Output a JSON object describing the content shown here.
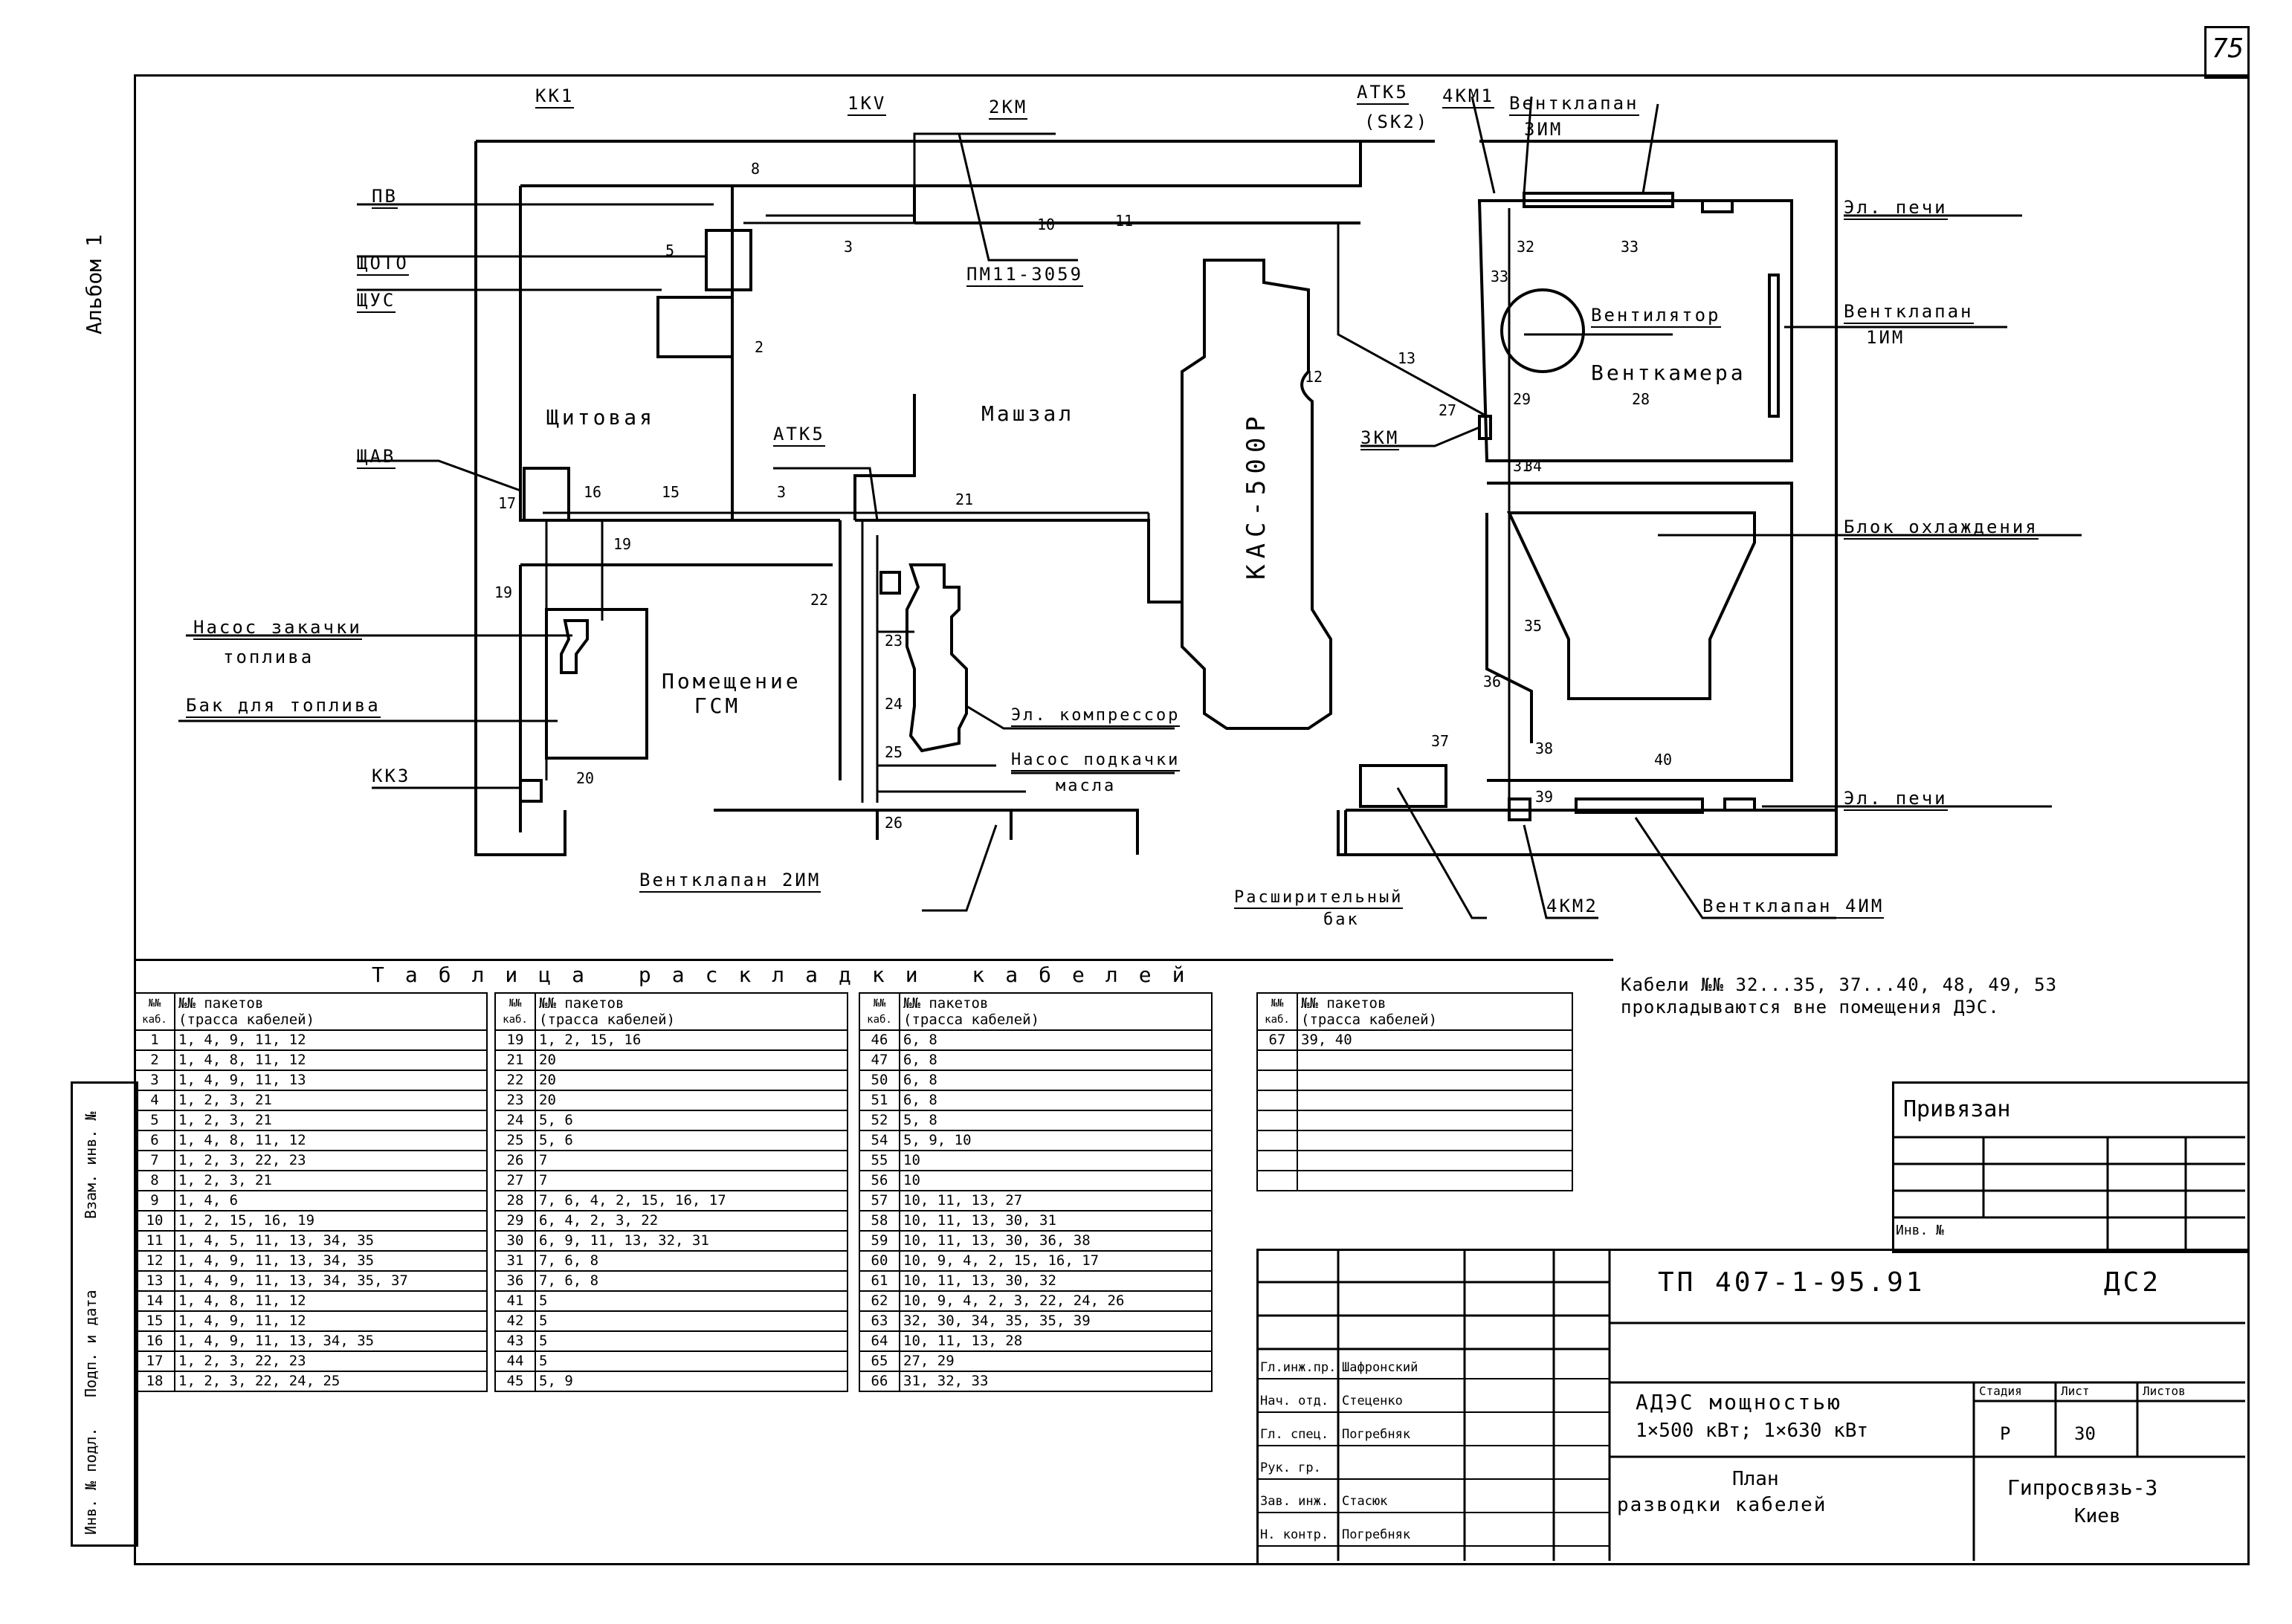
{
  "sheet": {
    "page_number": "75",
    "album_label": "Альбом 1",
    "note": "Кабели №№ 32...35, 37...40, 48, 49, 53 прокладываются вне помещения ДЭС."
  },
  "plan": {
    "rooms": {
      "switchboard": "Щитовая",
      "engine_room": "Машзал",
      "fuel_room": "Помещение ГСМ",
      "vent_chamber": "Венткамера",
      "generator": "КАС-500Р"
    },
    "labels": {
      "kk1": "КК1",
      "pv": "ПВ",
      "shoth": "ЩОТО",
      "shus": "ЩУС",
      "shav": "ЩАВ",
      "fuel_pump": [
        "Насос закачки",
        "топлива"
      ],
      "fuel_tank": "Бак для топлива",
      "kk3": "КК3",
      "kv1": "1КV",
      "km2": "2КМ",
      "pm11": "ПМ11-3059",
      "atk5_left": "АТК5",
      "atk5_right": [
        "АТК5",
        "(SK2)"
      ],
      "km4_1": "4КМ1",
      "ventvalve_3": [
        "Вентклапан",
        "3ИМ"
      ],
      "el_heater_top": "Эл. печи",
      "fan": "Вентилятор",
      "ventvalve_1": [
        "Вентклапан",
        "1ИМ"
      ],
      "km3": "3КМ",
      "cooling_block": "Блок охлаждения",
      "compressor": "Эл. компрессор",
      "oil_pump": [
        "Насос подкачки",
        "масла"
      ],
      "ventvalve_2": "Вентклапан 2ИМ",
      "expansion_tank": [
        "Расширительный",
        "бак"
      ],
      "km4_2": "4КМ2",
      "ventvalve_4": "Вентклапан 4ИМ",
      "el_heater_bottom": "Эл. печи"
    },
    "cable_numbers": [
      "8",
      "10",
      "11",
      "3",
      "5",
      "2",
      "12",
      "13",
      "27",
      "32",
      "33",
      "33",
      "28",
      "29",
      "31",
      "17",
      "16",
      "15",
      "3",
      "21",
      "19",
      "19",
      "22",
      "23",
      "24",
      "25",
      "26",
      "20",
      "34",
      "35",
      "36",
      "37",
      "38",
      "39",
      "40"
    ]
  },
  "cable_table": {
    "title": "Таблица раскладки кабелей",
    "col_num_header": "№№ каб.",
    "col_pack_header": [
      "№№ пакетов",
      "(трасса кабелей)"
    ],
    "columns": [
      [
        {
          "n": "1",
          "p": "1, 4, 9, 11, 12"
        },
        {
          "n": "2",
          "p": "1, 4, 8, 11, 12"
        },
        {
          "n": "3",
          "p": "1, 4, 9, 11, 13"
        },
        {
          "n": "4",
          "p": "1, 2, 3, 21"
        },
        {
          "n": "5",
          "p": "1, 2, 3, 21"
        },
        {
          "n": "6",
          "p": "1, 4, 8, 11, 12"
        },
        {
          "n": "7",
          "p": "1, 2, 3, 22, 23"
        },
        {
          "n": "8",
          "p": "1, 2, 3, 21"
        },
        {
          "n": "9",
          "p": "1, 4, 6"
        },
        {
          "n": "10",
          "p": "1, 2, 15, 16, 19"
        },
        {
          "n": "11",
          "p": "1, 4, 5, 11, 13, 34, 35"
        },
        {
          "n": "12",
          "p": "1, 4, 9, 11, 13, 34, 35"
        },
        {
          "n": "13",
          "p": "1, 4, 9, 11, 13, 34, 35, 37"
        },
        {
          "n": "14",
          "p": "1, 4, 8, 11, 12"
        },
        {
          "n": "15",
          "p": "1, 4, 9, 11, 12"
        },
        {
          "n": "16",
          "p": "1, 4, 9, 11, 13, 34, 35"
        },
        {
          "n": "17",
          "p": "1, 2, 3, 22, 23"
        },
        {
          "n": "18",
          "p": "1, 2, 3, 22, 24, 25"
        }
      ],
      [
        {
          "n": "19",
          "p": "1, 2, 15, 16"
        },
        {
          "n": "21",
          "p": "20"
        },
        {
          "n": "22",
          "p": "20"
        },
        {
          "n": "23",
          "p": "20"
        },
        {
          "n": "24",
          "p": "5, 6"
        },
        {
          "n": "25",
          "p": "5, 6"
        },
        {
          "n": "26",
          "p": "7"
        },
        {
          "n": "27",
          "p": "7"
        },
        {
          "n": "28",
          "p": "7, 6, 4, 2, 15, 16, 17"
        },
        {
          "n": "29",
          "p": "6, 4, 2, 3, 22"
        },
        {
          "n": "30",
          "p": "6, 9, 11, 13, 32, 31"
        },
        {
          "n": "31",
          "p": "7, 6, 8"
        },
        {
          "n": "36",
          "p": "7, 6, 8"
        },
        {
          "n": "41",
          "p": "5"
        },
        {
          "n": "42",
          "p": "5"
        },
        {
          "n": "43",
          "p": "5"
        },
        {
          "n": "44",
          "p": "5"
        },
        {
          "n": "45",
          "p": "5, 9"
        }
      ],
      [
        {
          "n": "46",
          "p": "6, 8"
        },
        {
          "n": "47",
          "p": "6, 8"
        },
        {
          "n": "50",
          "p": "6, 8"
        },
        {
          "n": "51",
          "p": "6, 8"
        },
        {
          "n": "52",
          "p": "5, 8"
        },
        {
          "n": "54",
          "p": "5, 9, 10"
        },
        {
          "n": "55",
          "p": "10"
        },
        {
          "n": "56",
          "p": "10"
        },
        {
          "n": "57",
          "p": "10, 11, 13, 27"
        },
        {
          "n": "58",
          "p": "10, 11, 13, 30, 31"
        },
        {
          "n": "59",
          "p": "10, 11, 13, 30, 36, 38"
        },
        {
          "n": "60",
          "p": "10, 9, 4, 2, 15, 16, 17"
        },
        {
          "n": "61",
          "p": "10, 11, 13, 30, 32"
        },
        {
          "n": "62",
          "p": "10, 9, 4, 2, 3, 22, 24, 26"
        },
        {
          "n": "63",
          "p": "32, 30, 34, 35, 35, 39"
        },
        {
          "n": "64",
          "p": "10, 11, 13, 28"
        },
        {
          "n": "65",
          "p": "27, 29"
        },
        {
          "n": "66",
          "p": "31, 32, 33"
        }
      ],
      [
        {
          "n": "67",
          "p": "39, 40"
        },
        {
          "n": "",
          "p": ""
        },
        {
          "n": "",
          "p": ""
        },
        {
          "n": "",
          "p": ""
        },
        {
          "n": "",
          "p": ""
        },
        {
          "n": "",
          "p": ""
        },
        {
          "n": "",
          "p": ""
        },
        {
          "n": "",
          "p": ""
        }
      ]
    ]
  },
  "stamp_side": {
    "labels": [
      "Взам. инв. №",
      "Подп. и дата",
      "Инв. № подл."
    ]
  },
  "binding_block": {
    "title": "Привязан",
    "inv_label": "Инв. №"
  },
  "title_block": {
    "doc_code": "ТП 407-1-95.91",
    "sheet_code": "ДС2",
    "project_title": [
      "АДЭС мощностью",
      "1×500 кВт; 1×630 кВт"
    ],
    "drawing_title": [
      "План",
      "разводки кабелей"
    ],
    "organization": [
      "Гипросвязь-3",
      "Киев"
    ],
    "stage_header": "Стадия",
    "sheet_header": "Лист",
    "sheets_header": "Листов",
    "stage": "Р",
    "sheet": "30",
    "sheets": "",
    "signatures": [
      {
        "role": "Гл.инж.пр.",
        "name": "Шафронский"
      },
      {
        "role": "Нач. отд.",
        "name": "Стеценко"
      },
      {
        "role": "Гл. спец.",
        "name": "Погребняк"
      },
      {
        "role": "Рук. гр.",
        "name": ""
      },
      {
        "role": "Зав. инж.",
        "name": "Стасюк"
      },
      {
        "role": "Н. контр.",
        "name": "Погребняк"
      }
    ]
  }
}
